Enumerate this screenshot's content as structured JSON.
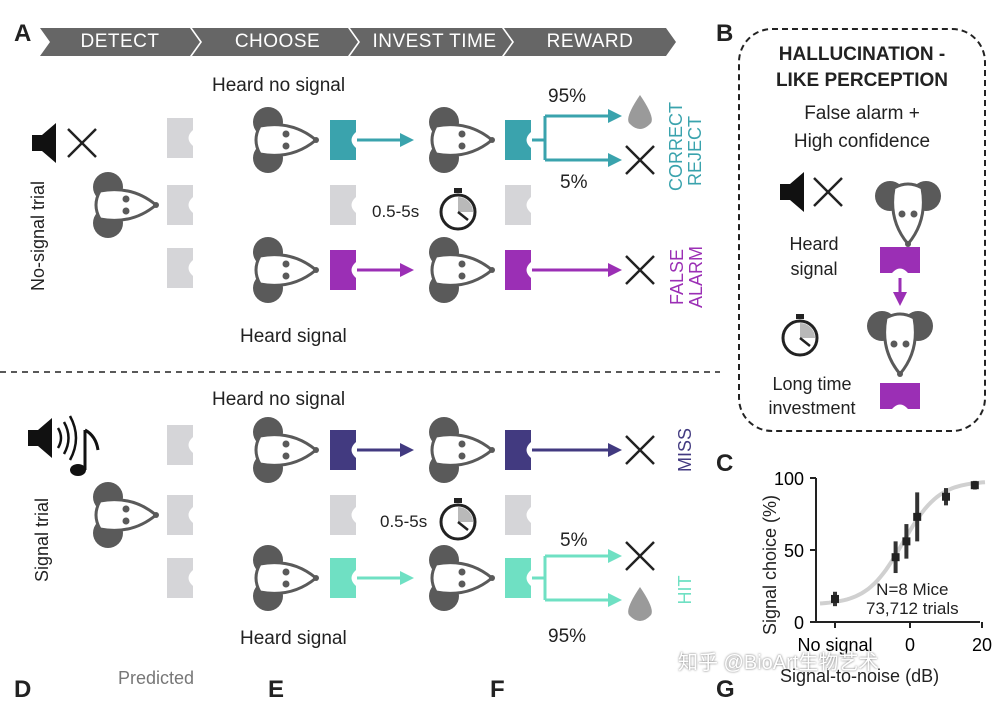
{
  "panels": {
    "a": "A",
    "b": "B",
    "c": "C",
    "d": "D",
    "e": "E",
    "f": "F",
    "g": "G"
  },
  "stages": [
    "DETECT",
    "CHOOSE",
    "INVEST TIME",
    "REWARD"
  ],
  "no_signal_trial": {
    "label": "No-signal trial",
    "heard_no_signal": "Heard no signal",
    "heard_signal": "Heard signal",
    "p_top": "95%",
    "p_bottom": "5%",
    "timer": "0.5-5s",
    "outcome_correct_reject": [
      "CORRECT",
      "REJECT"
    ],
    "outcome_false_alarm": [
      "FALSE",
      "ALARM"
    ]
  },
  "signal_trial": {
    "label": "Signal trial",
    "heard_no_signal": "Heard no signal",
    "heard_signal": "Heard signal",
    "timer": "0.5-5s",
    "p_top": "5%",
    "p_bottom": "95%",
    "outcome_miss": "MISS",
    "outcome_hit": "HIT"
  },
  "panel_b": {
    "title_1": "HALLUCINATION -",
    "title_2": "LIKE PERCEPTION",
    "sub_1": "False alarm +",
    "sub_2": "High confidence",
    "heard_1": "Heard",
    "heard_2": "signal",
    "long_1": "Long time",
    "long_2": "investment"
  },
  "panel_c": {
    "annotation_1": "N=8 Mice",
    "annotation_2": "73,712 trials"
  },
  "bottom": {
    "predicted": "Predicted"
  },
  "watermark": "知乎 @BioArt生物艺术",
  "colors": {
    "teal": "#3aa3ad",
    "purple": "#9b2fb5",
    "navy": "#423a80",
    "mint": "#6fe0c3",
    "gray": "#5a5a5a",
    "light": "#d5d5d8"
  },
  "chart_data": {
    "type": "scatter",
    "xlabel": "Signal-to-noise (dB)",
    "ylabel": "Signal choice (%)",
    "xticks": [
      "No signal",
      "0",
      "20"
    ],
    "yticks": [
      "0",
      "50",
      "100"
    ],
    "ylim": [
      0,
      100
    ],
    "points": [
      {
        "x": "No signal",
        "y": 16,
        "err": 5
      },
      {
        "x": -4,
        "y": 45,
        "err": 11
      },
      {
        "x": -1,
        "y": 56,
        "err": 12
      },
      {
        "x": 2,
        "y": 73,
        "err": 17
      },
      {
        "x": 10,
        "y": 87,
        "err": 6
      },
      {
        "x": 18,
        "y": 95,
        "err": 3
      }
    ],
    "annotation": "N=8 Mice 73,712 trials"
  }
}
